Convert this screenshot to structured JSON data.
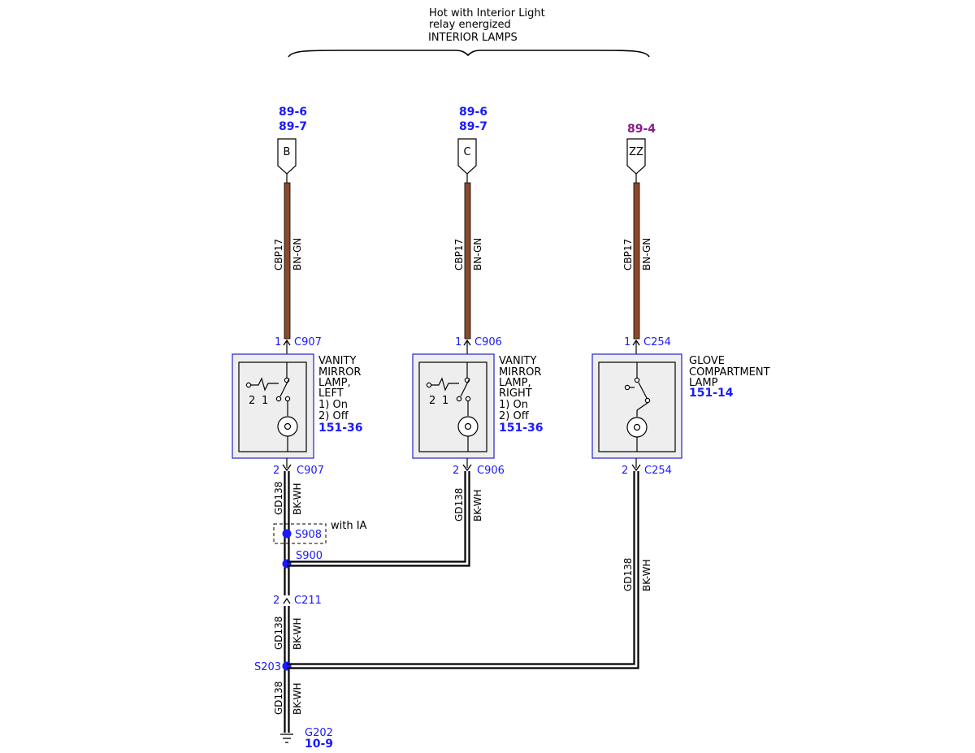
{
  "header": {
    "line1": "Hot with Interior Light",
    "line2": "relay energized",
    "group_label": "INTERIOR LAMPS"
  },
  "colors": {
    "brown_wire": "#8b4a2b",
    "black_wire": "#000000",
    "blue": "#1a1aff",
    "purple": "#8b1a8b",
    "box_border": "#3333cc",
    "box_fill": "#eeeeee"
  },
  "feeds": {
    "b": {
      "ref_top": "89-6",
      "ref_bottom": "89-7",
      "letter": "B"
    },
    "c": {
      "ref_top": "89-6",
      "ref_bottom": "89-7",
      "letter": "C"
    },
    "zz": {
      "ref": "89-4",
      "letter": "ZZ"
    }
  },
  "wires": {
    "upper_circuit": "CBP17",
    "upper_color": "BN-GN",
    "ground_circuit": "GD138",
    "ground_color": "BK-WH"
  },
  "components": {
    "left": {
      "pin_in": "1",
      "connector_in": "C907",
      "pin_out": "2",
      "connector_out": "C907",
      "name1": "VANITY",
      "name2": "MIRROR",
      "name3": "LAMP,",
      "name4": "LEFT",
      "state1": "1) On",
      "state2": "2) Off",
      "ref": "151-36",
      "sw_pos2": "2",
      "sw_pos1": "1"
    },
    "right": {
      "pin_in": "1",
      "connector_in": "C906",
      "pin_out": "2",
      "connector_out": "C906",
      "name1": "VANITY",
      "name2": "MIRROR",
      "name3": "LAMP,",
      "name4": "RIGHT",
      "state1": "1) On",
      "state2": "2) Off",
      "ref": "151-36",
      "sw_pos2": "2",
      "sw_pos1": "1"
    },
    "glove": {
      "pin_in": "1",
      "connector_in": "C254",
      "pin_out": "2",
      "connector_out": "C254",
      "name1": "GLOVE",
      "name2": "COMPARTMENT",
      "name3": "LAMP",
      "ref": "151-14"
    }
  },
  "splices": {
    "s908": "S908",
    "s908_note": "with IA",
    "s900": "S900",
    "s203": "S203"
  },
  "inline_connector": {
    "pin": "2",
    "name": "C211"
  },
  "ground": {
    "name": "G202",
    "ref": "10-9"
  }
}
